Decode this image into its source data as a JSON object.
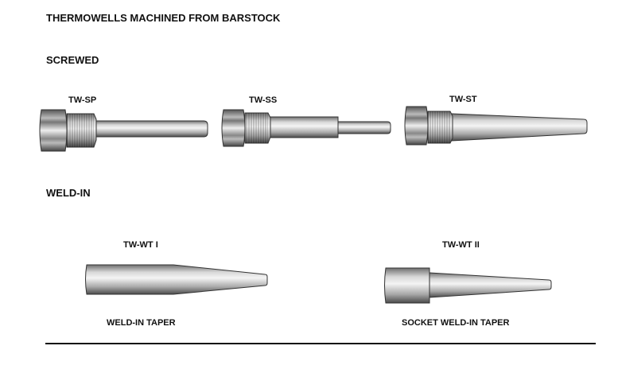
{
  "title": "THERMOWELLS MACHINED FROM BARSTOCK",
  "sections": {
    "screwed": {
      "heading": "SCREWED",
      "items": [
        {
          "label": "TW-SP"
        },
        {
          "label": "TW-SS"
        },
        {
          "label": "TW-ST"
        }
      ]
    },
    "weld_in": {
      "heading": "WELD-IN",
      "items": [
        {
          "label": "TW-WT I",
          "caption": "WELD-IN TAPER"
        },
        {
          "label": "TW-WT II",
          "caption": "SOCKET WELD-IN TAPER"
        }
      ]
    }
  }
}
